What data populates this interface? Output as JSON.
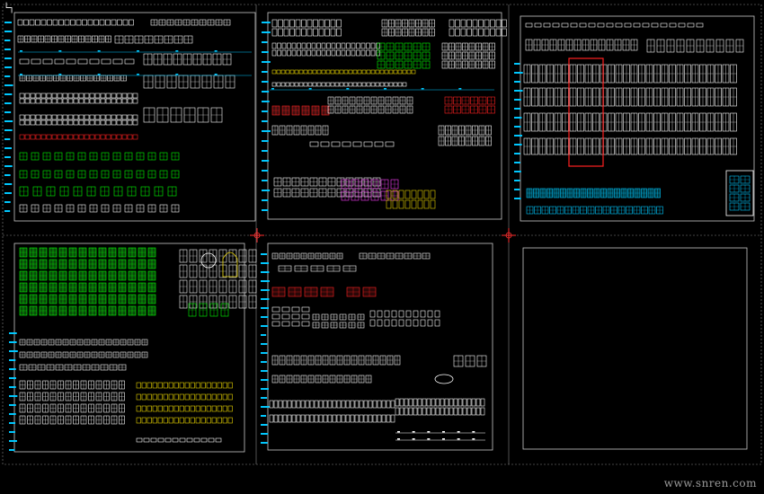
{
  "watermark": {
    "text": "www.snren.com"
  },
  "colors": {
    "background": "#000000",
    "frame": "#c8c8c8",
    "annotation": "#00c8ff",
    "symbol": "#ffffff",
    "accent_green": "#00ff00",
    "accent_red": "#ff2020",
    "accent_yellow": "#e6d200",
    "accent_magenta": "#ff40ff",
    "crosshair": "#ff3030"
  },
  "icons": {
    "ucs": "ucs-icon",
    "crosshair": "crosshair-icon"
  },
  "panels": [
    {
      "id": "panel-top-left",
      "name": "window-grid-block"
    },
    {
      "id": "panel-top-middle",
      "name": "door-elevation-block"
    },
    {
      "id": "panel-top-right",
      "name": "cabinet-elevation-block"
    },
    {
      "id": "panel-bottom-left",
      "name": "green-furniture-block"
    },
    {
      "id": "panel-bottom-middle",
      "name": "sofa-table-block"
    },
    {
      "id": "panel-bottom-right",
      "name": "empty-drawing-block"
    }
  ]
}
